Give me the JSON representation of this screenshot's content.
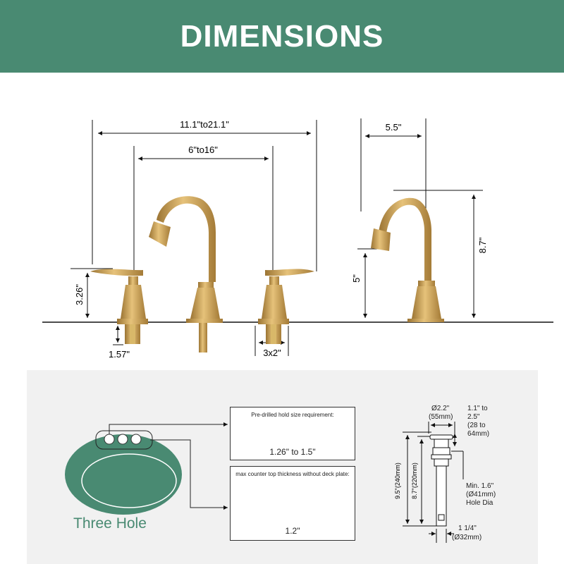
{
  "header": {
    "title": "DIMENSIONS"
  },
  "dimensions": {
    "overall_width": "11.1\"to21.1\"",
    "center_spread": "6\"to16\"",
    "side_reach": "5.5\"",
    "total_height": "8.7\"",
    "spout_height": "5\"",
    "handle_height": "3.26\"",
    "shank_length": "1.57\"",
    "base_size": "3x2\""
  },
  "hole_info": {
    "predrilled": {
      "caption": "Pre-drilled hold size requirement:",
      "value": "1.26\" to 1.5\""
    },
    "thickness": {
      "caption": "max counter top thickness without deck plate:",
      "value": "1.2\""
    },
    "label": "Three Hole"
  },
  "drain": {
    "top_diameter": "Ø2.2\"",
    "top_diameter_mm": "(55mm)",
    "range_line1": "1.1\" to",
    "range_line2": "2.5\"",
    "range_line3": "(28 to",
    "range_line4": "64mm)",
    "total_height": "9.5\"(240mm)",
    "inner_height": "8.7\"(220mm)",
    "min_line1": "Min. 1.6\"",
    "min_line2": "(Ø41mm)",
    "min_line3": "Hole Dia",
    "bottom_size": "1 1/4\"",
    "bottom_size_mm": "(Ø32mm)"
  },
  "colors": {
    "accent": "#498a72",
    "gold": "#c9a14f",
    "panel": "#f1f1f1"
  }
}
